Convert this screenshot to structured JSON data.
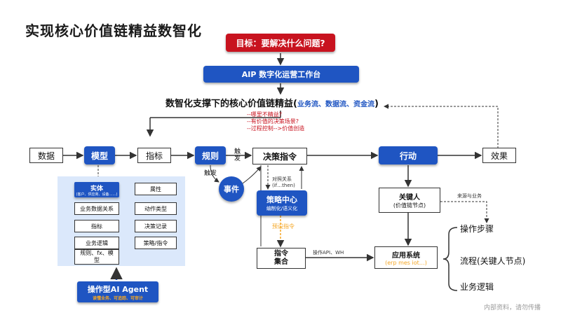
{
  "title": "实现核心价值链精益数智化",
  "goal": "目标：要解决什么问题?",
  "aip": "AIP 数字化运营工作台",
  "header": {
    "main": "数智化支撑下的核心价值链精益(",
    "flows": "业务流、数据流、资金流",
    "close": ")"
  },
  "notes": [
    "--哪里不精益?",
    "--有价值的决策场景?",
    "--过程控制-->价值创造"
  ],
  "nodes": {
    "data": "数据",
    "model": "模型",
    "metric": "指标",
    "rule": "规则",
    "decision": "决策指令",
    "action": "行动",
    "effect": "效果",
    "event": "事件",
    "key_person": "关键人",
    "key_person_sub": "(价值链节点)",
    "strategy": "策略中心",
    "strategy_sub": "编制化/语义化",
    "preset": "预设指令",
    "cmd_set": "指令\n集合",
    "app": "应用系统",
    "app_sub": "(erp mes iot…)"
  },
  "edge_labels": {
    "trigger1": "触\n发",
    "trigger2": "触发",
    "mapping": "对照关系\n(if…then)",
    "ops": "操作API、WH",
    "source": "来源与业务"
  },
  "model_panel": {
    "entity": "实体",
    "entity_sub": "(客户、供应商、设备……)",
    "left": [
      "业务数据关系",
      "指标",
      "业务逻辑"
    ],
    "left_bottom": "规则、fx、模\n型",
    "right": [
      "属性",
      "动作类型",
      "决策记录",
      "策略/指令"
    ]
  },
  "agent": {
    "title": "操作型AI Agent",
    "sub": "读懂业务、可追踪、可审计"
  },
  "outcomes": [
    "操作步骤",
    "流程(关键人节点)",
    "业务逻辑"
  ],
  "footer": "内部资料，请勿传播",
  "colors": {
    "blue": "#1f55c2",
    "red": "#c8131f",
    "panel": "#dbe8fb",
    "orange": "#f5a623"
  }
}
